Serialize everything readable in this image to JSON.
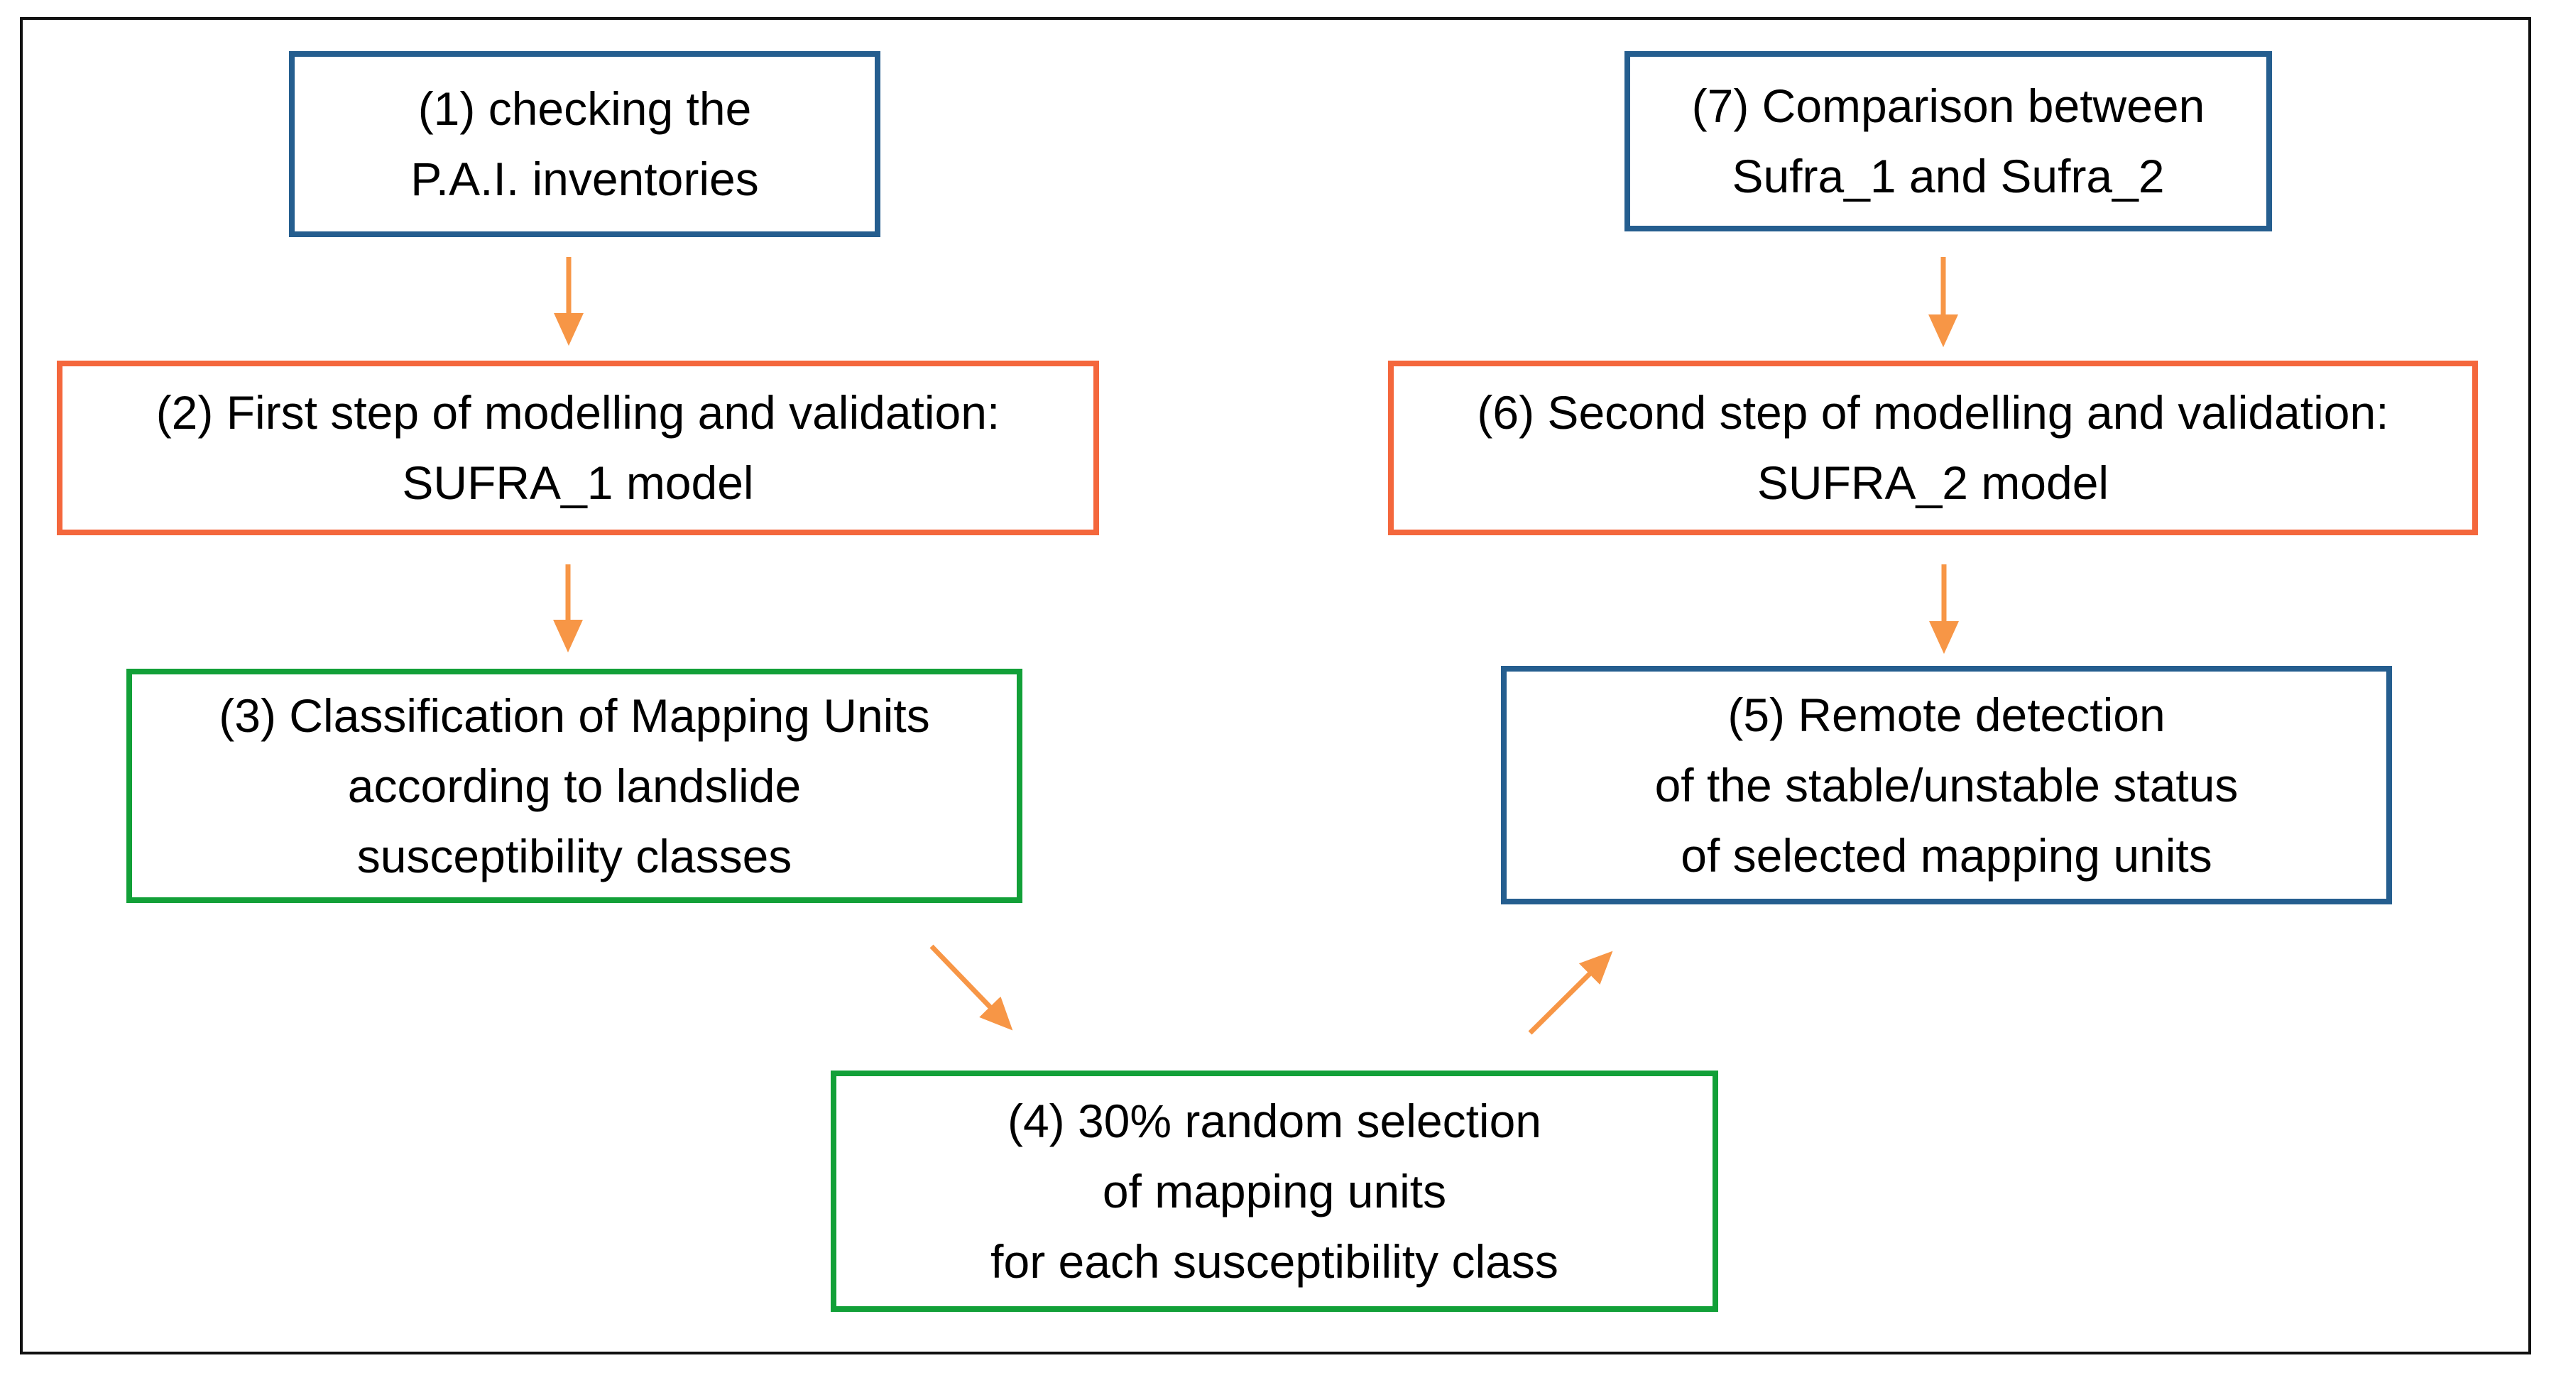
{
  "colors": {
    "box_blue": "#255E8F",
    "box_orange": "#F4673C",
    "box_green": "#12A038",
    "arrow": "#F79646",
    "frame": "#111111",
    "text": "#000000",
    "background": "#FFFFFF"
  },
  "diagram": {
    "boxes": [
      {
        "id": 1,
        "border_color": "blue",
        "lines": [
          "(1) checking the",
          "P.A.I. inventories"
        ]
      },
      {
        "id": 2,
        "border_color": "orange",
        "lines": [
          "(2) First step of modelling and validation:",
          "SUFRA_1 model"
        ]
      },
      {
        "id": 3,
        "border_color": "green",
        "lines": [
          "(3) Classification of Mapping Units",
          "according to landslide",
          "susceptibility classes"
        ]
      },
      {
        "id": 4,
        "border_color": "green",
        "lines": [
          "(4) 30% random selection",
          "of mapping units",
          "for each susceptibility class"
        ]
      },
      {
        "id": 5,
        "border_color": "blue",
        "lines": [
          "(5) Remote detection",
          "of the stable/unstable status",
          "of selected mapping units"
        ]
      },
      {
        "id": 6,
        "border_color": "orange",
        "lines": [
          "(6) Second step of modelling and validation:",
          "SUFRA_2 model"
        ]
      },
      {
        "id": 7,
        "border_color": "blue",
        "lines": [
          "(7) Comparison between",
          "Sufra_1 and Sufra_2"
        ]
      }
    ],
    "arrows": [
      {
        "from": 1,
        "to": 2,
        "direction": "down"
      },
      {
        "from": 2,
        "to": 3,
        "direction": "down"
      },
      {
        "from": 3,
        "to": 4,
        "direction": "down-right"
      },
      {
        "from": 4,
        "to": 5,
        "direction": "up-right"
      },
      {
        "from": 7,
        "to": 6,
        "direction": "down"
      },
      {
        "from": 6,
        "to": 5,
        "direction": "down"
      }
    ]
  }
}
